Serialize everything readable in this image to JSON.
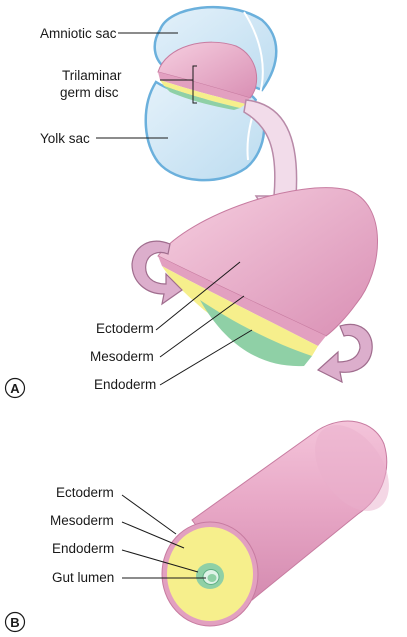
{
  "panel_a": {
    "letter": "A",
    "labels": {
      "amniotic_sac": "Amniotic sac",
      "trilaminar_line1": "Trilaminar",
      "trilaminar_line2": "germ disc",
      "yolk_sac": "Yolk sac",
      "ectoderm": "Ectoderm",
      "mesoderm": "Mesoderm",
      "endoderm": "Endoderm"
    }
  },
  "panel_b": {
    "letter": "B",
    "labels": {
      "ectoderm": "Ectoderm",
      "mesoderm": "Mesoderm",
      "endoderm": "Endoderm",
      "gut_lumen": "Gut lumen"
    }
  },
  "colors": {
    "ectoderm_pink": "#e8a9c6",
    "mesoderm_yellow": "#f6ef8c",
    "endoderm_green": "#8fd0a6",
    "sac_blue": "#cfe6f4",
    "sac_outline": "#6bb0dc",
    "arrow_fill": "#f2dcea",
    "arrow_outline": "#b88aa8"
  }
}
